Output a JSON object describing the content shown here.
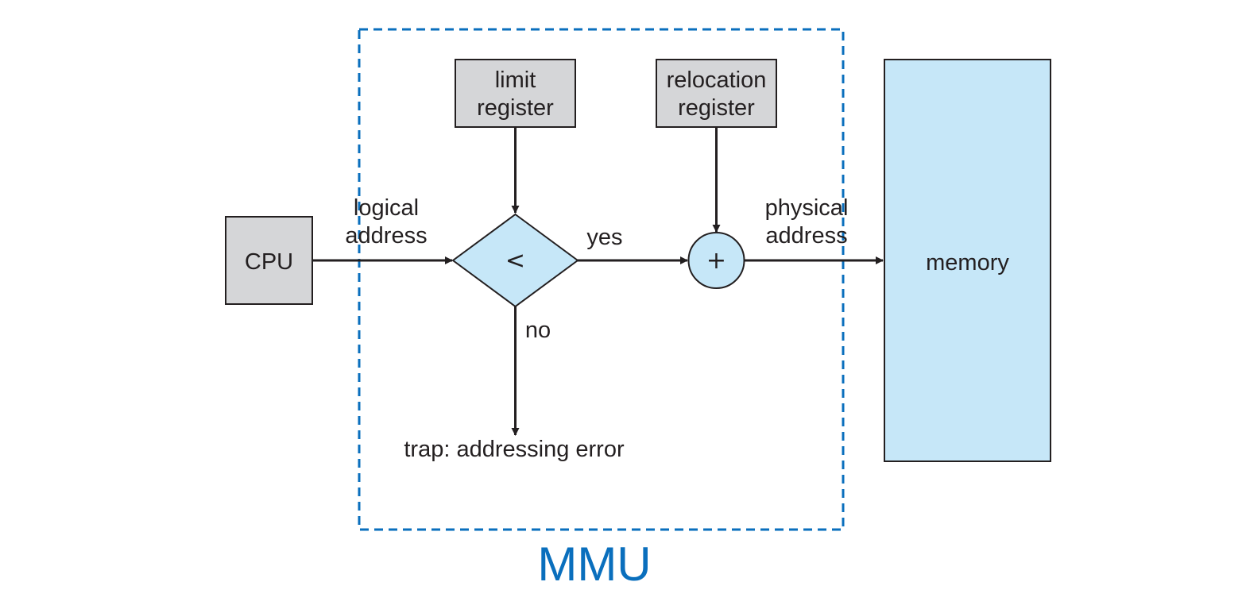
{
  "diagram": {
    "cpu": "CPU",
    "limit_register": [
      "limit",
      "register"
    ],
    "relocation_register": [
      "relocation",
      "register"
    ],
    "comparator_symbol": "<",
    "adder_symbol": "+",
    "memory": "memory",
    "logical_address": [
      "logical",
      "address"
    ],
    "physical_address": [
      "physical",
      "address"
    ],
    "yes": "yes",
    "no": "no",
    "trap": "trap: addressing error",
    "mmu": "MMU"
  },
  "colors": {
    "register_fill": "#d5d6d8",
    "highlight_fill": "#c6e7f8",
    "mmu_border": "#0a6fbd",
    "line": "#231f20"
  }
}
